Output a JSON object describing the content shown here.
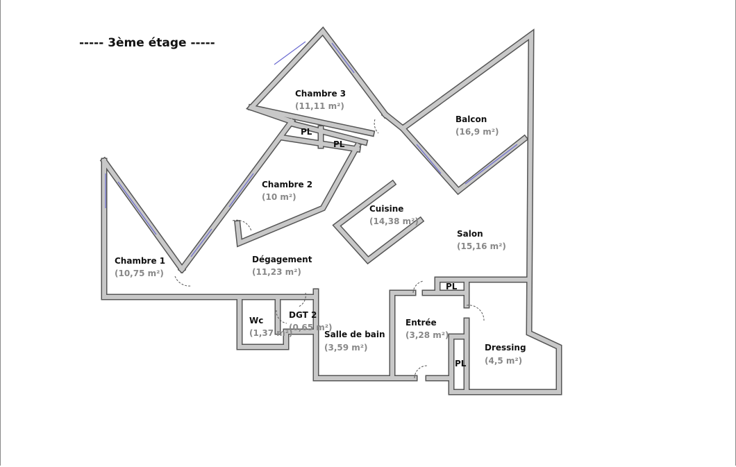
{
  "title": "-----  3ème étage  -----",
  "rooms": [
    {
      "name": "Chambre 3",
      "area": "(11,11 m²)"
    },
    {
      "name": "Balcon",
      "area": "(16,9 m²)"
    },
    {
      "name": "Chambre 2",
      "area": "(10 m²)"
    },
    {
      "name": "Cuisine",
      "area": "(14,38 m²)"
    },
    {
      "name": "Salon",
      "area": "(15,16 m²)"
    },
    {
      "name": "Chambre 1",
      "area": "(10,75 m²)"
    },
    {
      "name": "Dégagement",
      "area": "(11,23 m²)"
    },
    {
      "name": "Wc",
      "area": "(1,37 m²)"
    },
    {
      "name": "DGT 2",
      "area": "(0,65 m²)"
    },
    {
      "name": "Salle de bain",
      "area": "(3,59 m²)"
    },
    {
      "name": "Entrée",
      "area": "(3,28 m²)"
    },
    {
      "name": "Dressing",
      "area": "(4,5 m²)"
    }
  ],
  "closets": [
    "PL",
    "PL",
    "PL",
    "PL"
  ]
}
